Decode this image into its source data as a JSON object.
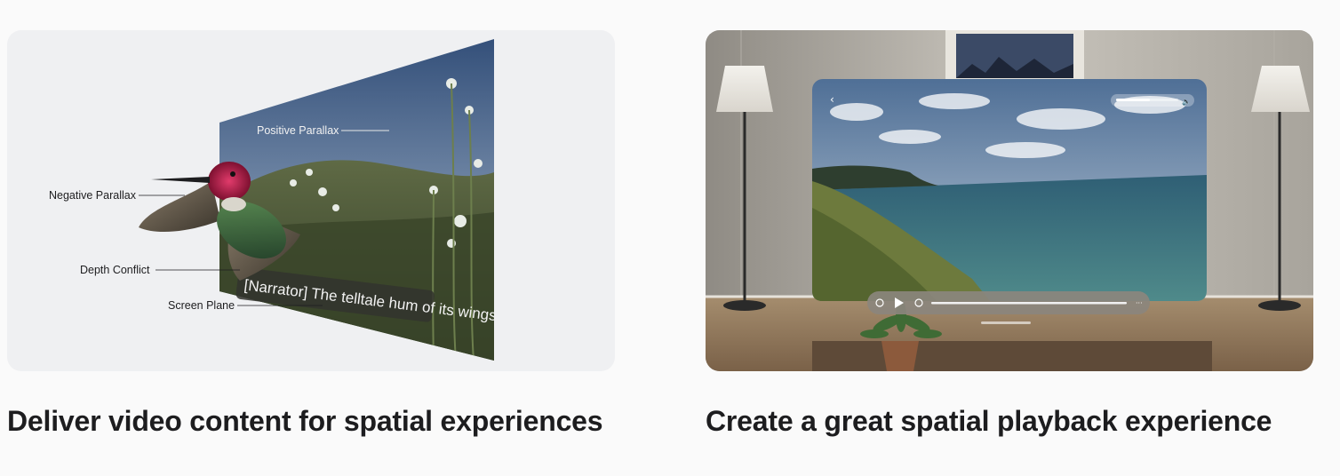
{
  "cards": [
    {
      "title": "Deliver video content for spatial experiences",
      "labels": {
        "positive_parallax": "Positive Parallax",
        "negative_parallax": "Negative Parallax",
        "depth_conflict": "Depth Conflict",
        "screen_plane": "Screen Plane"
      },
      "caption": "[Narrator] The telltale hum of its wings"
    },
    {
      "title": "Create a great spatial playback experience",
      "player": {
        "volume_fraction": 0.55,
        "progress_fraction": 1.0
      }
    }
  ],
  "colors": {
    "card_bg": "#eff0f2",
    "title_text": "#1d1d1f",
    "page_bg": "#fafafa"
  }
}
